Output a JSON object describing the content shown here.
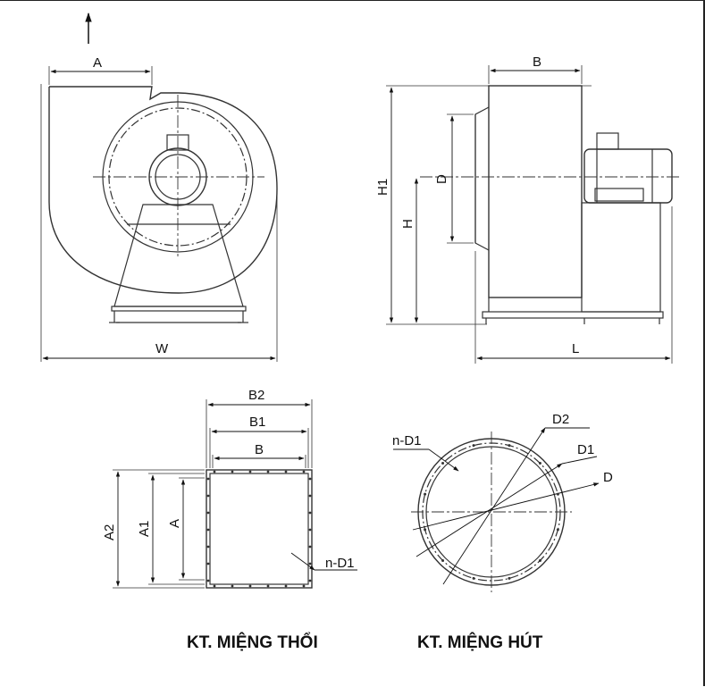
{
  "labels": {
    "front": {
      "A": "A",
      "W": "W"
    },
    "side": {
      "B": "B",
      "H1": "H1",
      "H": "H",
      "D": "D",
      "L": "L"
    },
    "outlet": {
      "B2": "B2",
      "B1": "B1",
      "B": "B",
      "A2": "A2",
      "A1": "A1",
      "A": "A",
      "nD1": "n-D1"
    },
    "inlet": {
      "D2": "D2",
      "D1": "D1",
      "D": "D",
      "nD1": "n-D1"
    }
  },
  "captions": {
    "outlet": "KT. MIỆNG THỔI",
    "inlet": "KT. MIỆNG HÚT"
  },
  "icons": {
    "airflow": "arrow-up-icon"
  }
}
